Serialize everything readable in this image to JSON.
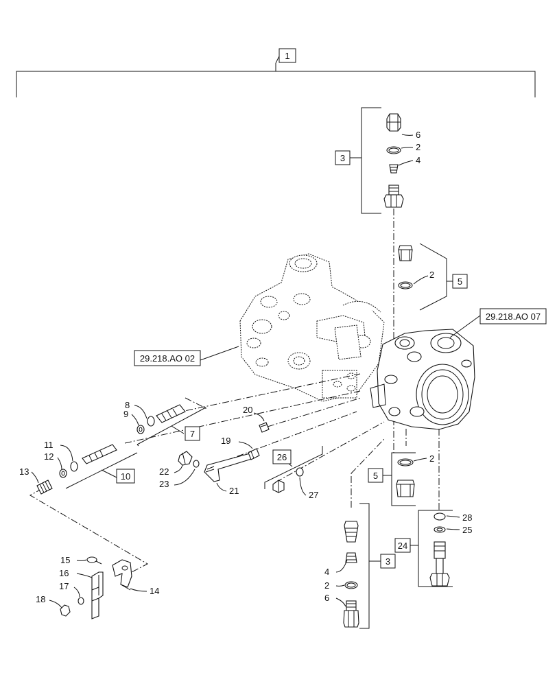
{
  "diagram": {
    "boxes": {
      "b1": "1",
      "b3_top": "3",
      "b5_top": "5",
      "b7": "7",
      "b10": "10",
      "b26": "26",
      "b5_bottom": "5",
      "b24": "24",
      "b3_bottom": "3"
    },
    "refs": {
      "left": "29.218.AO 02",
      "right": "29.218.AO 07"
    },
    "callouts": {
      "c6_top": "6",
      "c2_top": "2",
      "c4_top": "4",
      "c2_mid": "2",
      "c8": "8",
      "c9": "9",
      "c20": "20",
      "c11": "11",
      "c12": "12",
      "c13": "13",
      "c19": "19",
      "c22": "22",
      "c23": "23",
      "c21": "21",
      "c27": "27",
      "c2_low": "2",
      "c28": "28",
      "c25": "25",
      "c15": "15",
      "c16": "16",
      "c17": "17",
      "c18": "18",
      "c14": "14",
      "c4_bot": "4",
      "c2_bot": "2",
      "c6_bot": "6"
    }
  }
}
